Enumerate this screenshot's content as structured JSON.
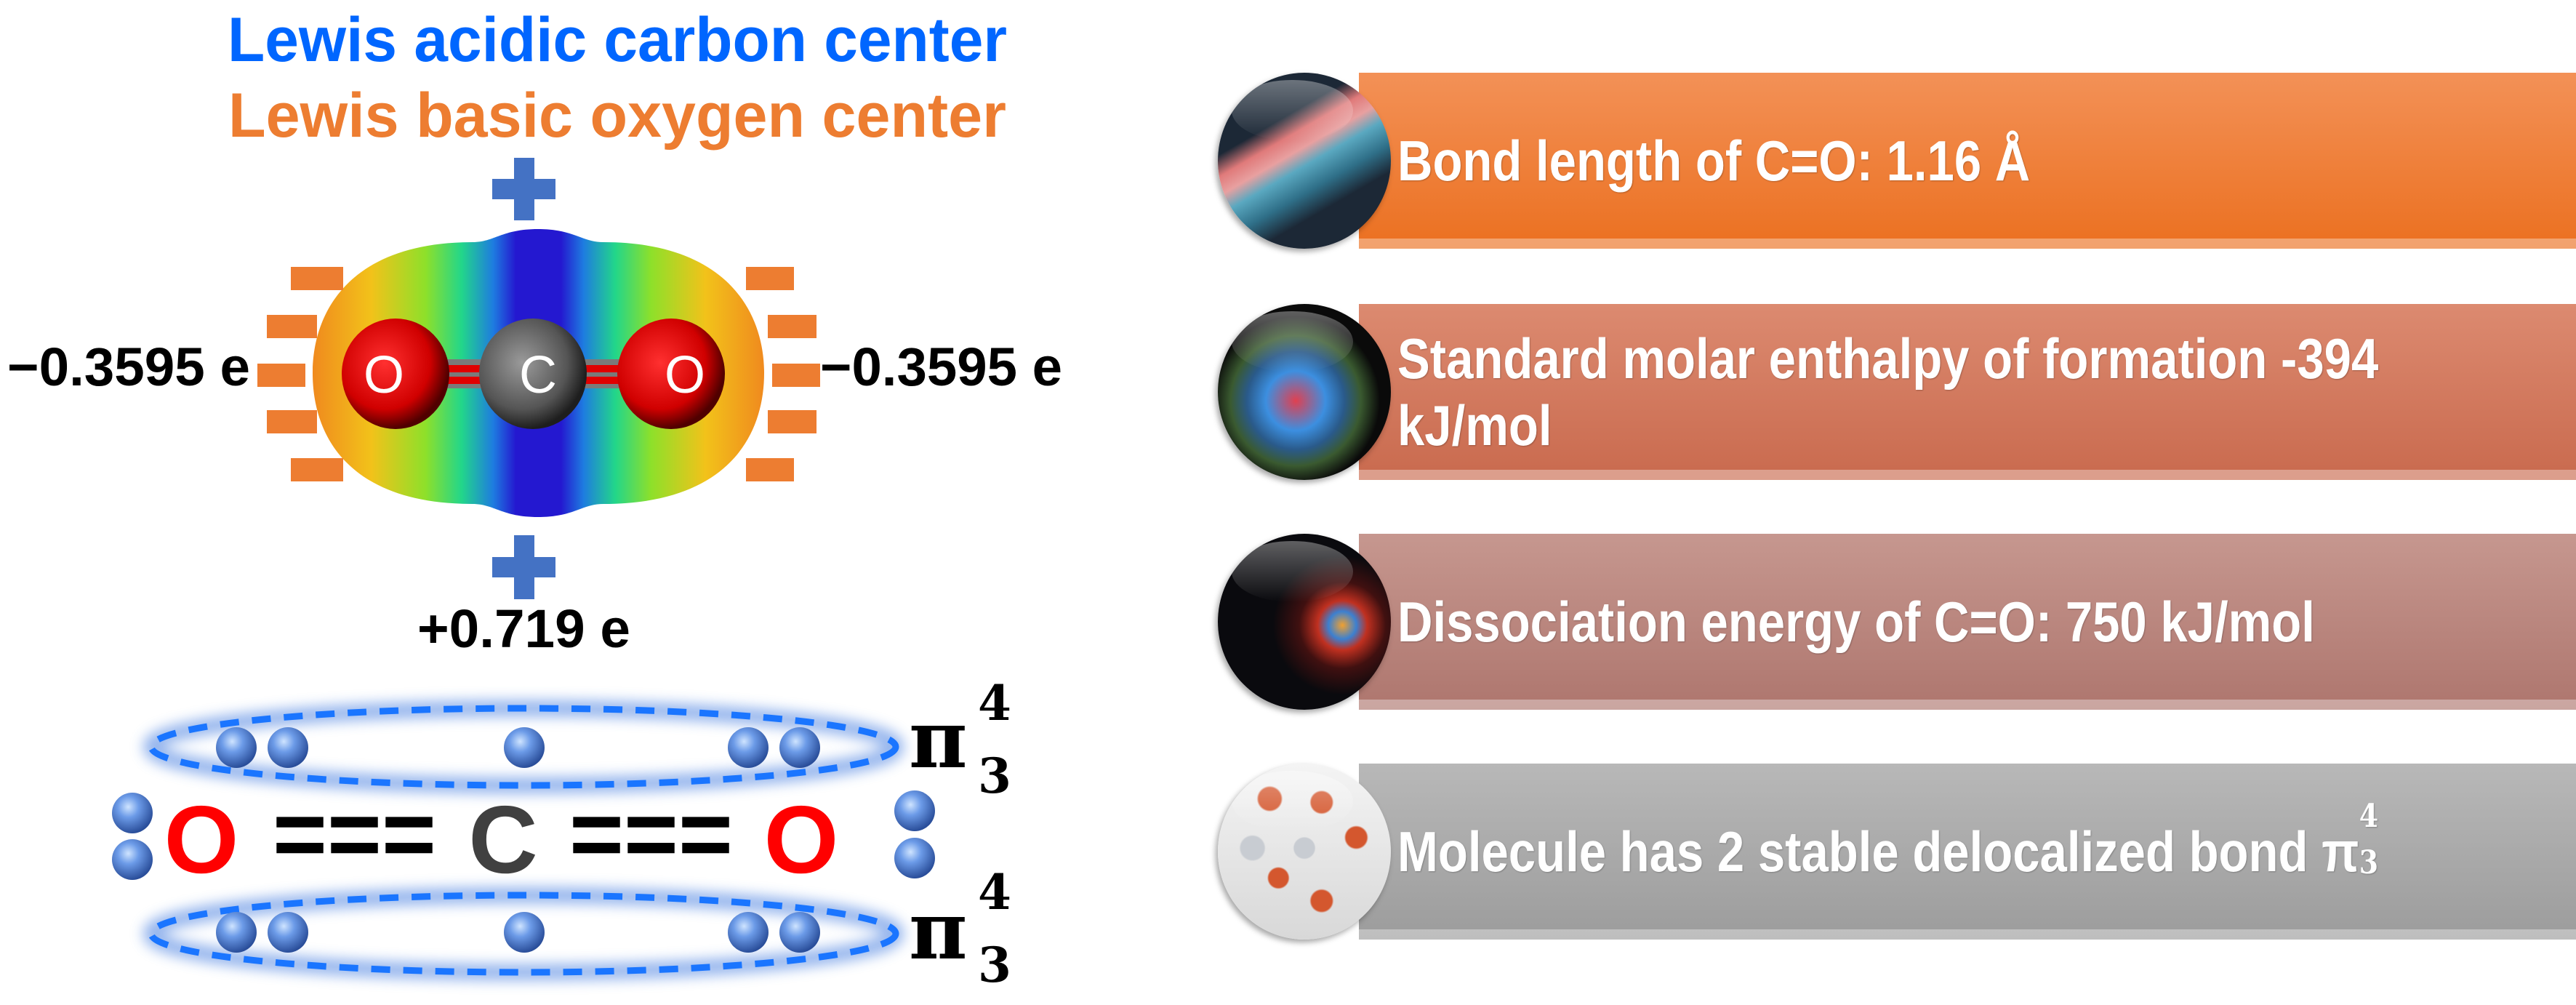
{
  "headings": {
    "acidic": "Lewis acidic carbon center",
    "basic": "Lewis basic oxygen center"
  },
  "charges": {
    "left_oxygen": "−0.3595 e",
    "right_oxygen": "−0.3595 e",
    "carbon": "+0.719 e"
  },
  "molecule_model": {
    "oxygen_left": "O",
    "carbon": "C",
    "oxygen_right": "O"
  },
  "lewis_structure": {
    "oxygen_left": "O",
    "bond_left": "===",
    "carbon": "C",
    "bond_right": "===",
    "oxygen_right": "O",
    "pi_top": {
      "symbol": "π",
      "sup": "4",
      "sub": "3"
    },
    "pi_bottom": {
      "symbol": "π",
      "sup": "4",
      "sub": "3"
    }
  },
  "facts": [
    {
      "text": "Bond length of C=O: 1.16 Å",
      "color": "#EE7A30",
      "icon": "chart-graph-image"
    },
    {
      "text": "Standard molar enthalpy of formation -394 kJ/mol",
      "color": "#D3765A",
      "icon": "molecule-blob-image"
    },
    {
      "text": "Dissociation energy of C=O: 750 kJ/mol",
      "color": "#BA8880",
      "icon": "particle-network-image"
    },
    {
      "text": "Molecule has 2 stable delocalized bond ",
      "pi": {
        "symbol": "π",
        "sup": "4",
        "sub": "3"
      },
      "color": "#A8A8A8",
      "icon": "ball-stick-molecule-image"
    }
  ],
  "colors": {
    "acidic": "#0066FF",
    "basic": "#ED7D31",
    "oxygen": "#FF0000",
    "carbon": "#404040",
    "plus_sign": "#4472C4",
    "minus_sign": "#ED7D31",
    "orbital": "#1A75FF"
  }
}
